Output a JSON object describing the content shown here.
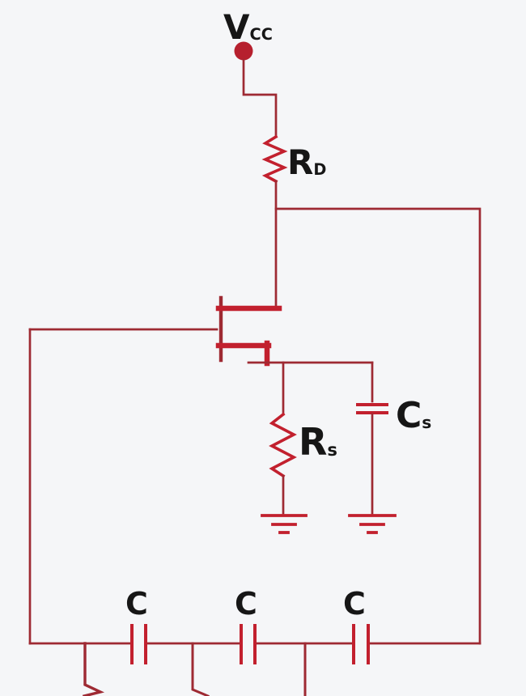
{
  "diagram_type": "circuit-schematic",
  "labels": {
    "vcc": {
      "main": "V",
      "sub": "CC"
    },
    "rd": {
      "main": "R",
      "sub": "D"
    },
    "rs": {
      "main": "R",
      "sub": "s"
    },
    "cs": {
      "main": "C",
      "sub": "s"
    },
    "c1": "C",
    "c2": "C",
    "c3": "C"
  },
  "colors": {
    "bg": "#f5f6f8",
    "wire": "#9e2a33",
    "lead": "#c2202e",
    "dot": "#b6202e",
    "label": "#161616"
  }
}
